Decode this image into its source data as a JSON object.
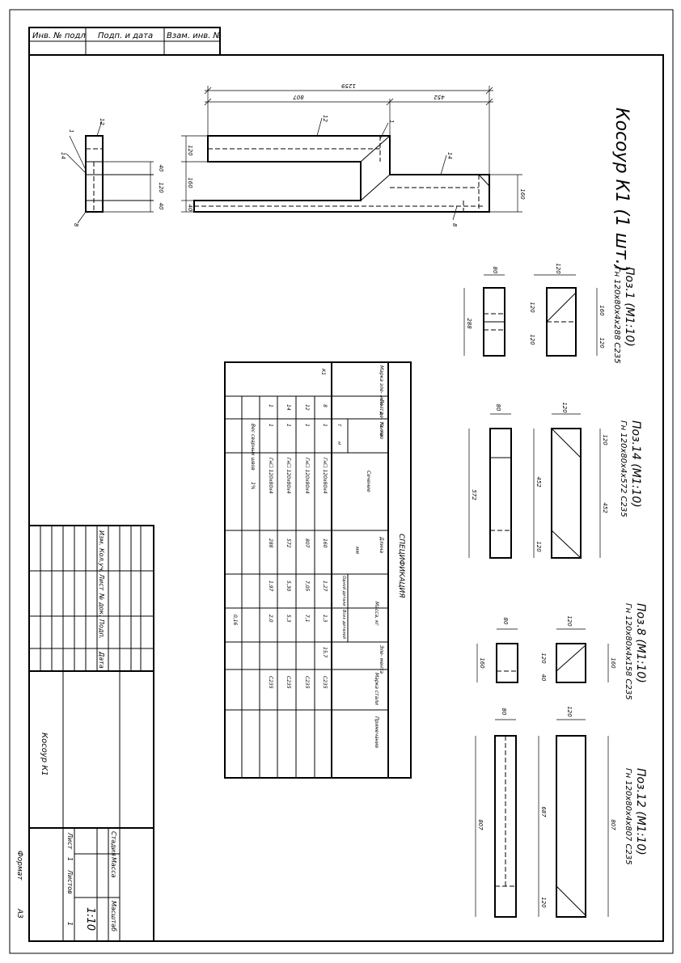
{
  "frame_stamp": {
    "inv_podl": "Инв. № подл",
    "podp_data": "Подп. и дата",
    "vzam_inv": "Взам. инв. №"
  },
  "title_block": {
    "drawing_name": "Косоур К1",
    "row_labels": [
      "Изм.",
      "Кол.уч.",
      "Лист",
      "№ док.",
      "Подп.",
      "Дата"
    ],
    "stage_header": "Стадия",
    "mass_header": "Масса",
    "scale_header": "Масштаб",
    "scale_value": "1:10",
    "sheet_label": "Лист",
    "sheet_value": "1",
    "sheets_label": "Листов",
    "sheets_value": "1"
  },
  "footer": {
    "format_label": "Формат",
    "format_value": "A3"
  },
  "main_view": {
    "title": "Косоур К1 (1 шт.)",
    "dims": {
      "total": "1259",
      "top_len": "807",
      "right_len": "452",
      "h_top": "120",
      "h_mid": "160",
      "h_bot": "40",
      "h_right": "160",
      "side_40a": "40",
      "side_120": "120",
      "side_40b": "40"
    },
    "callouts": {
      "c12": "12",
      "c1": "1",
      "c14": "14",
      "c8": "8"
    }
  },
  "details": [
    {
      "id": "pos1",
      "title": "Поз.1 (М1:10)",
      "subtitle": "Гн 120х80х4х288 С235",
      "dims": {
        "w": "80",
        "len": "288",
        "top": "120",
        "h1": "120",
        "h2": "120",
        "r1": "160",
        "r2": "120"
      }
    },
    {
      "id": "pos14",
      "title": "Поз.14 (М1:10)",
      "subtitle": "Гн 120х80х4х572 С235",
      "dims": {
        "w": "80",
        "len": "572",
        "top": "120",
        "h1": "452",
        "r1": "452",
        "d1": "120",
        "d2": "120"
      }
    },
    {
      "id": "pos8",
      "title": "Поз.8 (М1:10)",
      "subtitle": "Гн 120х80х4х158 С235",
      "dims": {
        "w": "80",
        "len": "160",
        "top": "120",
        "h1": "120",
        "h2": "40",
        "r1": "160"
      }
    },
    {
      "id": "pos12",
      "title": "Поз.12 (М1:10)",
      "subtitle": "Гн 120х80х4х807 С235",
      "dims": {
        "w": "80",
        "len": "807",
        "top": "120",
        "h1": "687",
        "h2": "120",
        "r1": "807"
      }
    }
  ],
  "spec": {
    "title": "СПЕЦИФИКАЦИЯ",
    "headers": {
      "marka": "Марка эле- мен- та",
      "poz": "Поз. де- та- ли",
      "kolvo": "Кол-во",
      "kolvo_t": "т",
      "kolvo_n": "н",
      "sechenie": "Сечение",
      "dlina": "Длина",
      "dlina_unit": "мм",
      "massa": "Масса, кг",
      "massa_sht": "Одной детали",
      "massa_vse": "Всех деталей",
      "massa_el": "Эле- мента",
      "marka_stali": "Марка стали",
      "primech": "Примечание"
    },
    "element": "К1",
    "rows": [
      {
        "poz": "8",
        "qty": "1",
        "section": "Гн☐ 120х80х4",
        "length": "160",
        "m_one": "1,27",
        "m_all": "1,3",
        "steel": "С235"
      },
      {
        "poz": "12",
        "qty": "1",
        "section": "Гн☐ 120х80х4",
        "length": "807",
        "m_one": "7,05",
        "m_all": "7,1",
        "steel": "С235"
      },
      {
        "poz": "14",
        "qty": "1",
        "section": "Гн☐ 120х80х4",
        "length": "572",
        "m_one": "5,30",
        "m_all": "5,3",
        "steel": "С235"
      },
      {
        "poz": "1",
        "qty": "1",
        "section": "Гн☐ 120х80х4",
        "length": "288",
        "m_one": "1,97",
        "m_all": "2,0",
        "steel": "С235"
      }
    ],
    "element_mass": "15,7",
    "weld_label": "Вес сварных швов",
    "weld_pct": "1%",
    "weld_mass": "0,16"
  }
}
